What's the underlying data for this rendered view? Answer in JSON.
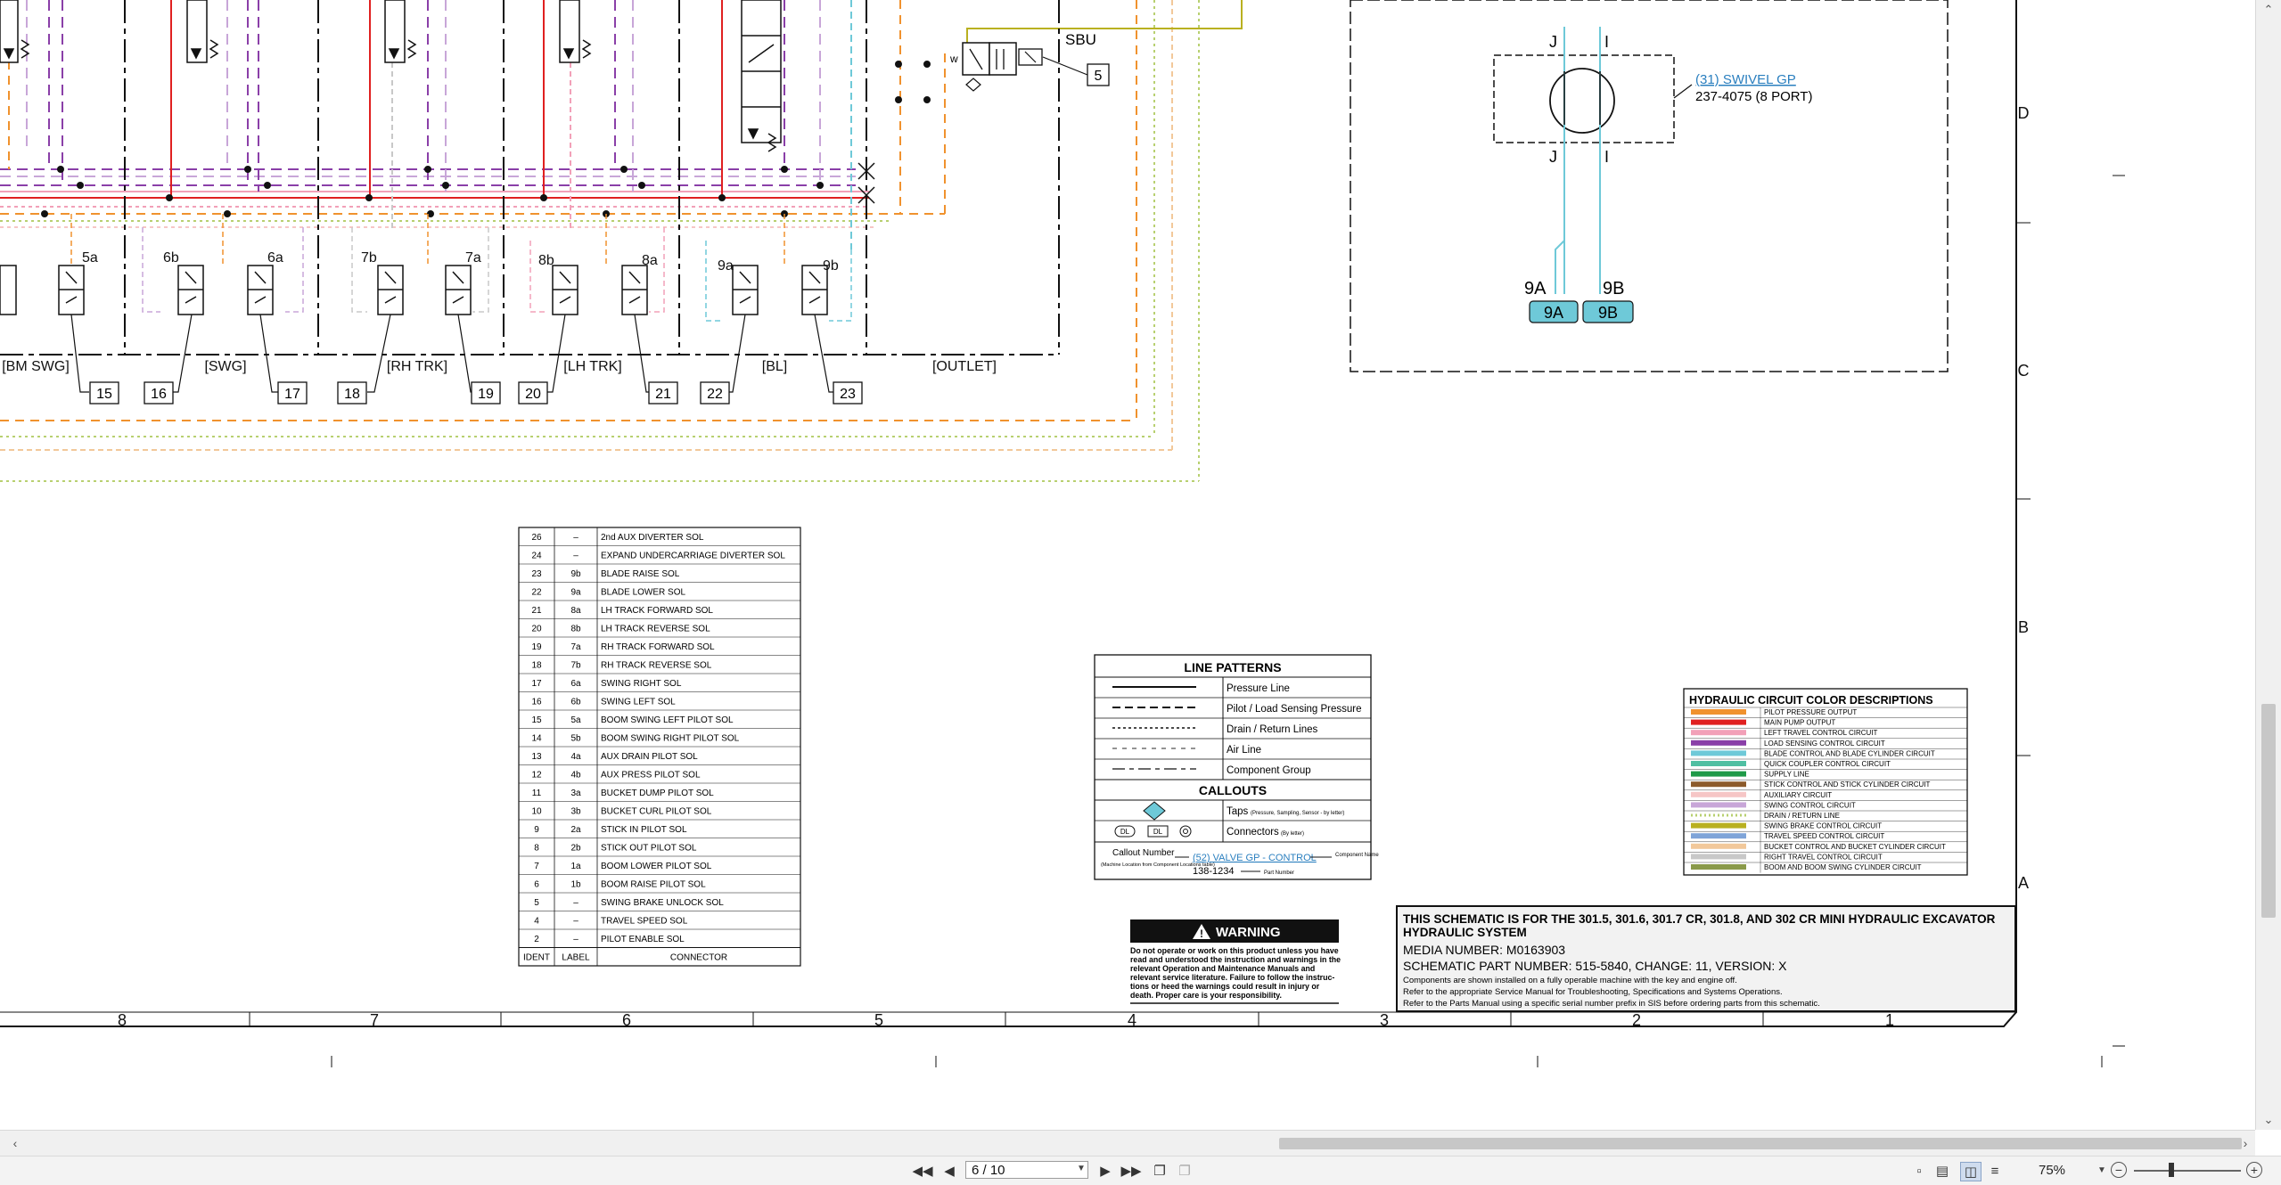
{
  "schematic": {
    "valves": [
      {
        "label": "5a"
      },
      {
        "label": "6b"
      },
      {
        "label": "6a"
      },
      {
        "label": "7b"
      },
      {
        "label": "7a"
      },
      {
        "label": "8b"
      },
      {
        "label": "8a"
      },
      {
        "label": "9a"
      },
      {
        "label": "9b"
      }
    ],
    "sections": [
      "[BM SWG]",
      "[SWG]",
      "[RH TRK]",
      "[LH TRK]",
      "[BL]",
      "[OUTLET]"
    ],
    "connector_boxes": [
      "15",
      "16",
      "17",
      "18",
      "19",
      "20",
      "21",
      "22",
      "23"
    ],
    "sbu_label": "SBU",
    "sbu_box": "5",
    "sbu_w": "w",
    "swivel": {
      "port_j_top": "J",
      "port_i_top": "I",
      "port_j_bottom": "J",
      "port_i_bottom": "I",
      "link": "(31) SWIVEL GP",
      "part": "237-4075 (8 PORT)",
      "port_9a_label": "9A",
      "port_9b_label": "9B",
      "box_9a": "9A",
      "box_9b": "9B"
    },
    "zone_letters": [
      "D",
      "C",
      "B",
      "A"
    ],
    "zone_numbers": [
      "8",
      "7",
      "6",
      "5",
      "4",
      "3",
      "2",
      "1"
    ]
  },
  "connector_table": {
    "headers": [
      "IDENT",
      "LABEL",
      "CONNECTOR"
    ],
    "rows": [
      [
        "26",
        "–",
        "2nd AUX DIVERTER SOL"
      ],
      [
        "24",
        "–",
        "EXPAND UNDERCARRIAGE DIVERTER SOL"
      ],
      [
        "23",
        "9b",
        "BLADE RAISE SOL"
      ],
      [
        "22",
        "9a",
        "BLADE LOWER SOL"
      ],
      [
        "21",
        "8a",
        "LH TRACK FORWARD SOL"
      ],
      [
        "20",
        "8b",
        "LH TRACK REVERSE SOL"
      ],
      [
        "19",
        "7a",
        "RH TRACK FORWARD SOL"
      ],
      [
        "18",
        "7b",
        "RH TRACK REVERSE SOL"
      ],
      [
        "17",
        "6a",
        "SWING RIGHT SOL"
      ],
      [
        "16",
        "6b",
        "SWING LEFT SOL"
      ],
      [
        "15",
        "5a",
        "BOOM SWING LEFT PILOT SOL"
      ],
      [
        "14",
        "5b",
        "BOOM SWING RIGHT PILOT SOL"
      ],
      [
        "13",
        "4a",
        "AUX DRAIN PILOT SOL"
      ],
      [
        "12",
        "4b",
        "AUX PRESS PILOT SOL"
      ],
      [
        "11",
        "3a",
        "BUCKET DUMP PILOT SOL"
      ],
      [
        "10",
        "3b",
        "BUCKET CURL PILOT SOL"
      ],
      [
        "9",
        "2a",
        "STICK IN PILOT SOL"
      ],
      [
        "8",
        "2b",
        "STICK OUT PILOT SOL"
      ],
      [
        "7",
        "1a",
        "BOOM LOWER PILOT SOL"
      ],
      [
        "6",
        "1b",
        "BOOM RAISE PILOT SOL"
      ],
      [
        "5",
        "–",
        "SWING BRAKE UNLOCK SOL"
      ],
      [
        "4",
        "–",
        "TRAVEL SPEED SOL"
      ],
      [
        "2",
        "–",
        "PILOT ENABLE SOL"
      ]
    ]
  },
  "line_patterns": {
    "title": "LINE PATTERNS",
    "items": [
      "Pressure Line",
      "Pilot / Load Sensing Pressure",
      "Drain / Return Lines",
      "Air Line",
      "Component Group"
    ],
    "callouts_title": "CALLOUTS",
    "taps": "Taps",
    "taps_note": "(Pressure, Sampling, Sensor - by letter)",
    "connectors": "Connectors",
    "connectors_note": "(By letter)",
    "dl1": "DL",
    "dl2": "DL",
    "callout_number": "Callout Number",
    "callout_number_note": "(Machine Location from Component Locations table)",
    "callout_link": "(52) VALVE GP - CONTROL",
    "component_name": "Component Name",
    "part_number_value": "138-1234",
    "part_number_note": "Part Number"
  },
  "color_descriptions": {
    "title": "HYDRAULIC CIRCUIT COLOR DESCRIPTIONS",
    "items": [
      {
        "label": "PILOT PRESSURE OUTPUT",
        "color": "#f0922e",
        "style": "solid"
      },
      {
        "label": "MAIN PUMP OUTPUT",
        "color": "#e02020",
        "style": "solid"
      },
      {
        "label": "LEFT TRAVEL CONTROL CIRCUIT",
        "color": "#f2a0b8",
        "style": "solid"
      },
      {
        "label": "LOAD SENSING CONTROL CIRCUIT",
        "color": "#8a3fa8",
        "style": "solid"
      },
      {
        "label": "BLADE CONTROL AND BLADE CYLINDER CIRCUIT",
        "color": "#6ec9d8",
        "style": "solid"
      },
      {
        "label": "QUICK COUPLER CONTROL CIRCUIT",
        "color": "#4fbfa2",
        "style": "solid"
      },
      {
        "label": "SUPPLY LINE",
        "color": "#1f9a48",
        "style": "solid"
      },
      {
        "label": "STICK CONTROL AND STICK CYLINDER CIRCUIT",
        "color": "#8c5a2b",
        "style": "solid"
      },
      {
        "label": "AUXILIARY CIRCUIT",
        "color": "#f6c6c6",
        "style": "solid"
      },
      {
        "label": "SWING CONTROL CIRCUIT",
        "color": "#c8a6d8",
        "style": "solid"
      },
      {
        "label": "DRAIN / RETURN LINE",
        "color": "#b8d070",
        "style": "dotted"
      },
      {
        "label": "SWING BRAKE CONTROL CIRCUIT",
        "color": "#b9b020",
        "style": "solid"
      },
      {
        "label": "TRAVEL SPEED CONTROL CIRCUIT",
        "color": "#7fa4d8",
        "style": "solid"
      },
      {
        "label": "BUCKET CONTROL AND BUCKET CYLINDER CIRCUIT",
        "color": "#f2c89a",
        "style": "solid"
      },
      {
        "label": "RIGHT TRAVEL CONTROL CIRCUIT",
        "color": "#c8c8c8",
        "style": "solid"
      },
      {
        "label": "BOOM AND BOOM SWING CYLINDER CIRCUIT",
        "color": "#8a9a4a",
        "style": "solid"
      }
    ]
  },
  "warning": {
    "title": "WARNING",
    "lines": [
      "Do not operate or work on this product unless you have",
      "read and understood the instruction and warnings in the",
      "relevant Operation and Maintenance Manuals and",
      "relevant service literature. Failure to follow the instruc-",
      "tions or heed the warnings could result in injury or",
      "death. Proper care is your responsibility."
    ]
  },
  "title_block": {
    "line1": "THIS SCHEMATIC IS FOR THE 301.5, 301.6, 301.7 CR, 301.8, AND 302 CR MINI HYDRAULIC EXCAVATOR",
    "line2": "HYDRAULIC SYSTEM",
    "media": "MEDIA NUMBER: M0163903",
    "part": "SCHEMATIC PART NUMBER: 515-5840, CHANGE: 11, VERSION: X",
    "note1": "Components are shown installed on a fully operable machine with the key and engine off.",
    "note2": "Refer to the appropriate Service Manual for Troubleshooting, Specifications and Systems Operations.",
    "note3": "Refer to the Parts Manual using a specific serial number prefix in SIS before ordering parts from this schematic."
  },
  "toolbar": {
    "page": "6 / 10",
    "zoom": "75%",
    "first_page_icon": "first-page-icon",
    "prev_page_icon": "previous-page-icon",
    "next_page_icon": "next-page-icon",
    "last_page_icon": "last-page-icon"
  }
}
